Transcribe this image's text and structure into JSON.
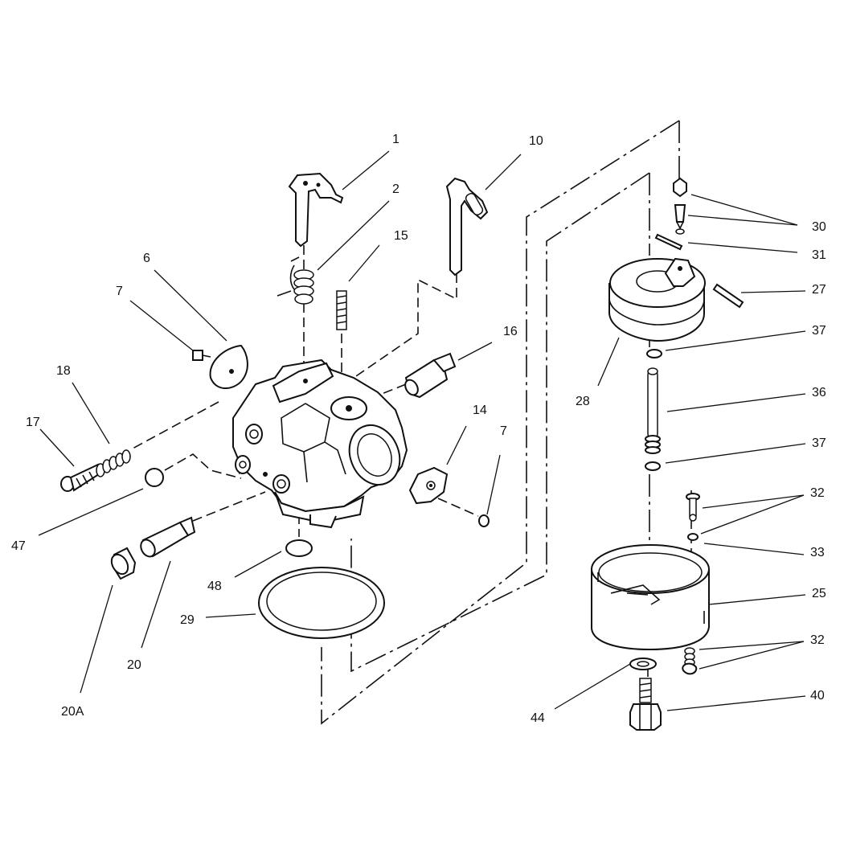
{
  "diagram": {
    "callouts": [
      {
        "id": "c1",
        "label": "1"
      },
      {
        "id": "c2",
        "label": "2"
      },
      {
        "id": "c6",
        "label": "6"
      },
      {
        "id": "c7a",
        "label": "7"
      },
      {
        "id": "c10",
        "label": "10"
      },
      {
        "id": "c14",
        "label": "14"
      },
      {
        "id": "c15",
        "label": "15"
      },
      {
        "id": "c16",
        "label": "16"
      },
      {
        "id": "c7b",
        "label": "7"
      },
      {
        "id": "c17",
        "label": "17"
      },
      {
        "id": "c18",
        "label": "18"
      },
      {
        "id": "c47",
        "label": "47"
      },
      {
        "id": "c48",
        "label": "48"
      },
      {
        "id": "c29",
        "label": "29"
      },
      {
        "id": "c20",
        "label": "20"
      },
      {
        "id": "c20a",
        "label": "20A"
      },
      {
        "id": "c30",
        "label": "30"
      },
      {
        "id": "c31",
        "label": "31"
      },
      {
        "id": "c27",
        "label": "27"
      },
      {
        "id": "c37a",
        "label": "37"
      },
      {
        "id": "c28",
        "label": "28"
      },
      {
        "id": "c36",
        "label": "36"
      },
      {
        "id": "c37b",
        "label": "37"
      },
      {
        "id": "c32a",
        "label": "32"
      },
      {
        "id": "c33",
        "label": "33"
      },
      {
        "id": "c25",
        "label": "25"
      },
      {
        "id": "c32b",
        "label": "32"
      },
      {
        "id": "c40",
        "label": "40"
      },
      {
        "id": "c44",
        "label": "44"
      }
    ]
  }
}
